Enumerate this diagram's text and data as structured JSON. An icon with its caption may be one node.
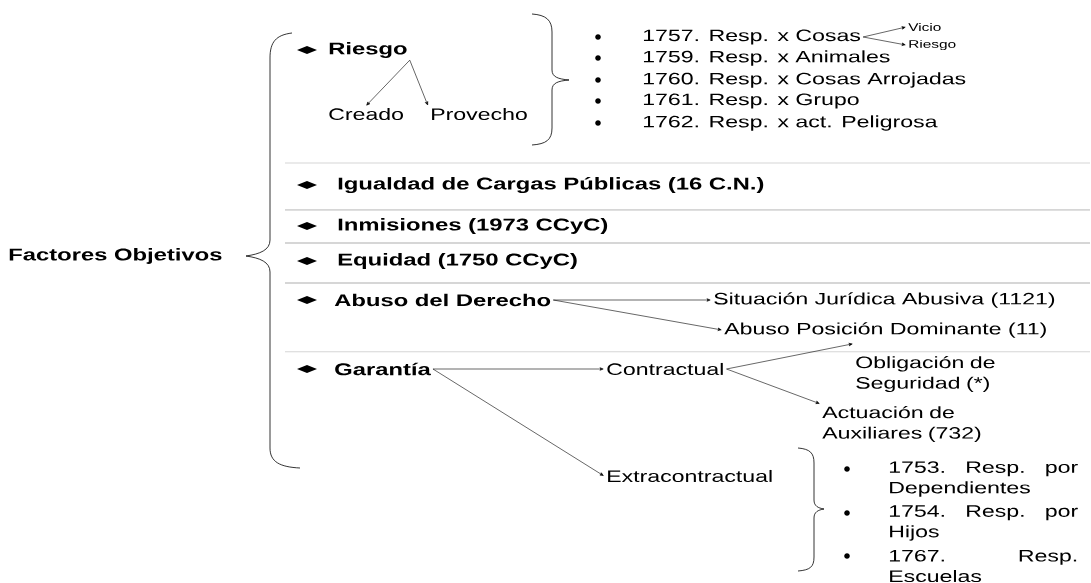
{
  "diagram": {
    "nodes": [
      {
        "text": [
          "Riesgo"
        ]
      },
      {
        "text": [
          "Creado"
        ]
      },
      {
        "text": [
          "Provecho"
        ]
      },
      {
        "text": [
          "1757. Resp. x Cosas"
        ]
      },
      {
        "text": [
          "Vicio"
        ]
      },
      {
        "text": [
          "Riesgo"
        ]
      },
      {
        "text": [
          "Abuso del Derecho"
        ]
      },
      {
        "text": [
          "Situación Jurídica Abusiva (1121)"
        ]
      },
      {
        "text": [
          "Abuso Posición Dominante (11)"
        ]
      },
      {
        "text": [
          "Garantía"
        ]
      },
      {
        "text": [
          "Contractual"
        ]
      },
      {
        "text": [
          "Extracontractual"
        ]
      },
      {
        "text": [
          "Obligación de Seguridad (*)"
        ]
      },
      {
        "text": [
          "Actuación de Auxiliares (732)"
        ]
      }
    ],
    "edges": [
      {
        "from": 0,
        "to": 1,
        "arrow": "to"
      },
      {
        "from": 0,
        "to": 2,
        "arrow": "to"
      },
      {
        "from": 3,
        "to": 4,
        "arrow": "to"
      },
      {
        "from": 3,
        "to": 5,
        "arrow": "to"
      },
      {
        "from": 6,
        "to": 7,
        "arrow": "to"
      },
      {
        "from": 6,
        "to": 8,
        "arrow": "to"
      },
      {
        "from": 9,
        "to": 10,
        "arrow": "to"
      },
      {
        "from": 9,
        "to": 11,
        "arrow": "to"
      },
      {
        "from": 10,
        "to": 12,
        "arrow": "to"
      },
      {
        "from": 10,
        "to": 13,
        "arrow": "to"
      }
    ],
    "labels": [
      "Factores Objetivos",
      "1759. Resp. x Animales",
      "1760. Resp. x Cosas Arrojadas",
      "1761. Resp. x Grupo",
      "1762. Resp. x act. Peligrosa",
      "Igualdad de Cargas Públicas (16 C.N.)",
      "Inmisiones (1973 CCyC)",
      "Equidad (1750 CCyC)",
      "1753. Resp. por Dependientes",
      "1754. Resp. por Hijos",
      "1767. Resp. Escuelas"
    ]
  }
}
